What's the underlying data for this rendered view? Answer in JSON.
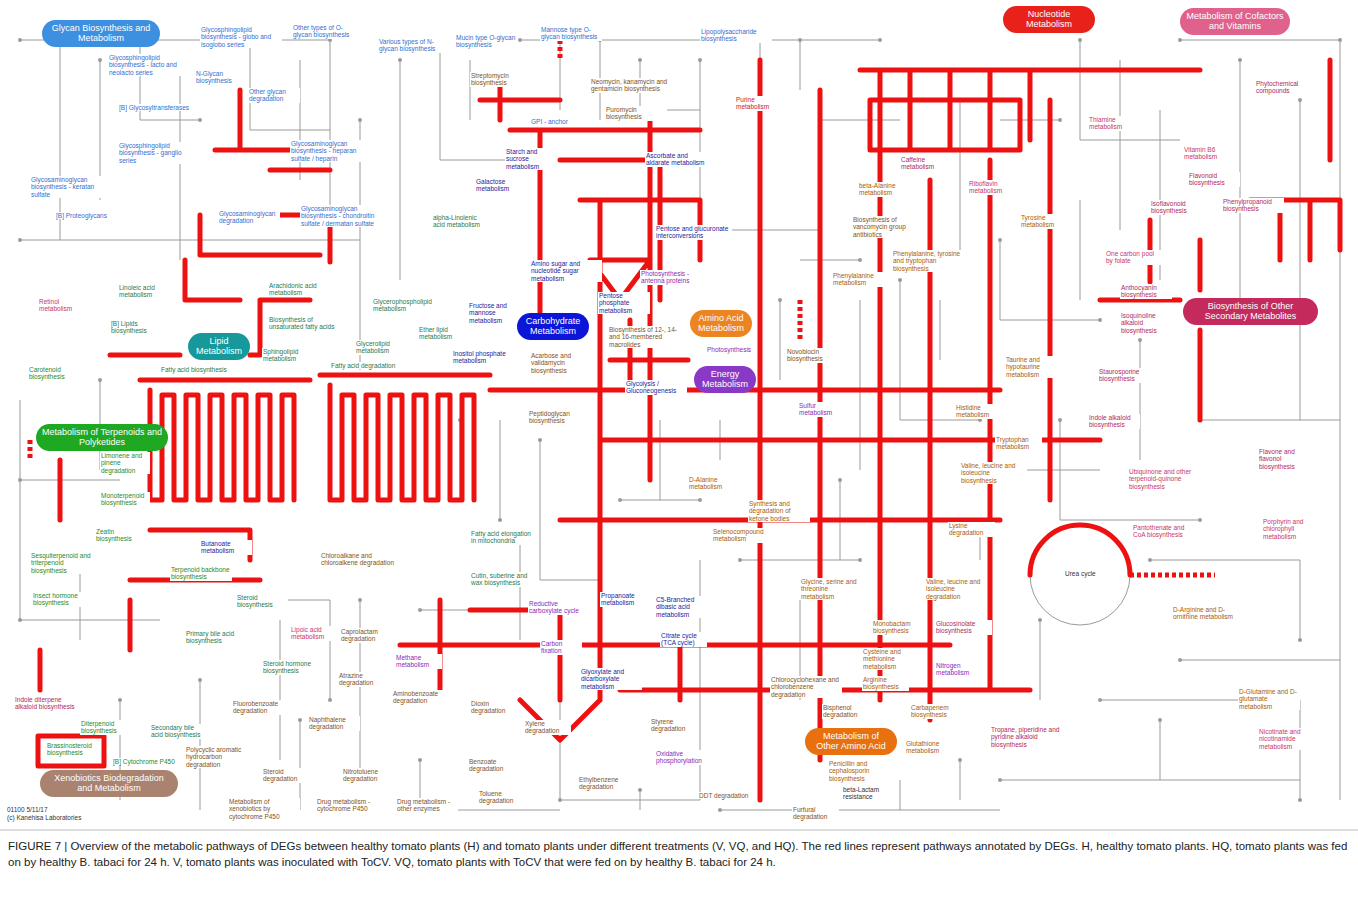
{
  "diagram": {
    "caption": "FIGURE 7 | Overview of the metabolic pathways of DEGs between healthy tomato plants (H) and tomato plants under different treatments (V, VQ, and HQ). The red lines represent pathways annotated by DEGs. H, healthy tomato plants. HQ, tomato plants was fed on by healthy B. tabaci for 24 h. V, tomato plants was inoculated with ToCV. VQ, tomato plants with ToCV that were fed on by healthy B. tabaci for 24 h.",
    "nodes": [
      {
        "text": [
          "Glycan Biosynthesis and Metabolism"
        ]
      },
      {
        "text": [
          "Nucleotide Metabolism"
        ]
      },
      {
        "text": [
          "Metabolism of Cofactors and Vitamins"
        ]
      },
      {
        "text": [
          "Carbohydrate Metabolism"
        ]
      },
      {
        "text": [
          "Lipid Metabolism"
        ]
      },
      {
        "text": [
          "Amino Acid Metabolism"
        ]
      },
      {
        "text": [
          "Energy Metabolism"
        ]
      },
      {
        "text": [
          "Biosynthesis of Other Secondary Metabolites"
        ]
      },
      {
        "text": [
          "Metabolism of Terpenoids and Polyketides"
        ]
      },
      {
        "text": [
          "Xenobiotics Biodegradation and Metabolism"
        ]
      },
      {
        "text": [
          "Metabolism of Other Amino Acid"
        ]
      }
    ],
    "labels": [
      "Glycosphingolipid biosynthesis - globo and isoglobo series",
      "Other types of O-glycan biosynthesis",
      "Various types of N-glycan biosynthesis",
      "Mucin type O-glycan biosynthesis",
      "Mannose type O-glycan biosynthesis",
      "Lipopolysaccharide biosynthesis",
      "Glycosphingolipid biosynthesis - lacto and neolacto series",
      "N-Glycan biosynthesis",
      "Other glycan degradation",
      "[B] Glycosyltransferases",
      "Glycosphingolipid biosynthesis - ganglio series",
      "Glycosaminoglycan biosynthesis - heparan sulfate / heparin",
      "GPI - anchor",
      "Glycosaminoglycan biosynthesis - keratan sulfate",
      "Glycosaminoglycan degradation",
      "Glycosaminoglycan biosynthesis - chondroitin sulfate / dermatan sulfate",
      "[B] Proteoglycans",
      "Streptomycin biosynthesis",
      "Neomycin, kanamycin and gentamicin biosynthesis",
      "Puromycin biosynthesis",
      "Purine metabolism",
      "Starch and sucrose metabolism",
      "Galactose metabolism",
      "Ascorbate and aldarate metabolism",
      "Pentose and glucuronate interconversions",
      "Amino sugar and nucleotide sugar metabolism",
      "Fructose and mannose metabolism",
      "Pentose phosphate metabolism",
      "Biosynthesis of 12-, 14- and 16-membered macrolides",
      "Acarbose and validamycin biosynthesis",
      "Inositol phosphate metabolism",
      "Glycolysis / Gluconeogenesis",
      "Photosynthesis - antenna proteins",
      "Photosynthesis",
      "Peptidoglycan biosynthesis",
      "alpha-Linolenic acid metabolism",
      "Retinol metabolism",
      "Linoleic acid metabolism",
      "Arachidonic acid metabolism",
      "Glycerophospholipid metabolism",
      "Biosynthesis of unsaturated fatty acids",
      "[B] Lipids biosynthesis",
      "Glycerolipid metabolism",
      "Ether lipid metabolism",
      "Sphingolipid metabolism",
      "Carotenoid biosynthesis",
      "Fatty acid biosynthesis",
      "Fatty acid degradation",
      "Limonene and pinene degradation",
      "Monoterpenoid biosynthesis",
      "Zeatin biosynthesis",
      "Butanoate metabolism",
      "Fatty acid elongation in mitochondria",
      "Chloroalkane and chloroalkene degradation",
      "Cutin, suberine and wax biosynthesis",
      "Sesquiterpenoid and triterpenoid biosynthesis",
      "Terpenoid backbone biosynthesis",
      "Insect hormone biosynthesis",
      "Steroid biosynthesis",
      "Reductive carboxylate cycle",
      "Propanoate metabolism",
      "C5-Branched dibasic acid metabolism",
      "Lipoic acid metabolism",
      "Caprolactam degradation",
      "Primary bile acid biosynthesis",
      "Citrate cycle (TCA cycle)",
      "Carbon fixation",
      "Methane metabolism",
      "Steroid hormone biosynthesis",
      "Glyoxylate and dicarboxylate metabolism",
      "Atrazine degradation",
      "Aminobenzoate degradation",
      "Dioxin degradation",
      "Indole diterpene alkaloid biosynthesis",
      "Fluorobenzoate degradation",
      "Naphthalene degradation",
      "Xylene degradation",
      "Styrene degradation",
      "Diterpenoid biosynthesis",
      "Secondary bile acid biosynthesis",
      "Oxidative phosphorylation",
      "Polycyclic aromatic hydrocarbon degradation",
      "Brassinosteroid biosynthesis",
      "Benzoate degradation",
      "Steroid degradation",
      "Nitrotoluene degradation",
      "Ethylbenzene degradation",
      "[B] Cytochrome P450",
      "Toluene degradation",
      "DDT degradation",
      "Metabolism of xenobiotics by cytochrome P450",
      "Drug metabolism - cytochrome P450",
      "Drug metabolism - other enzymes",
      "Furfural degradation",
      "beta-Lactam resistance",
      "Penicillin and cephalosporin biosynthesis",
      "Bisphenol degradation",
      "Chlorocyclohexane and chlorobenzene degradation",
      "Carbapenem biosynthesis",
      "Glutathione metabolism",
      "Tropane, piperidine and pyridine alkaloid biosynthesis",
      "Cysteine and methionine metabolism",
      "Arginine biosynthesis",
      "Monobactam biosynthesis",
      "Glucosinolate biosynthesis",
      "Nitrogen metabolism",
      "Glycine, serine and threonine metabolism",
      "Valine, leucine and isoleucine degradation",
      "Selenocompound metabolism",
      "Synthesis and degradation of ketone bodies",
      "D-Alanine metabolism",
      "Lysine degradation",
      "Valine, leucine and isoleucine biosynthesis",
      "Tryptophan metabolism",
      "Histidine metabolism",
      "Sulfur metabolism",
      "Novobiocin biosynthesis",
      "Taurine and hypotaurine metabolism",
      "Phenylalanine metabolism",
      "Phenylalanine, tyrosine and tryptophan biosynthesis",
      "Biosynthesis of vancomycin group antibiotics",
      "beta-Alanine metabolism",
      "Caffeine metabolism",
      "Riboflavin metabolism",
      "Tyrosine metabolism",
      "Thiamine metabolism",
      "Vitamin B6 metabolism",
      "Flavonoid biosynthesis",
      "Isoflavonoid biosynthesis",
      "Phenylpropanoid biosynthesis",
      "Phytochemical compounds",
      "One carbon pool by folate",
      "Anthocyanin biosynthesis",
      "Isoquinoline alkaloid biosynthesis",
      "Staurosporine biosynthesis",
      "Indole alkaloid biosynthesis",
      "Flavone and flavonol biosynthesis",
      "Ubiquinone and other terpenoid-quinone biosynthesis",
      "Pantothenate and CoA biosynthesis",
      "Porphyrin and chlorophyll metabolism",
      "Urea cycle",
      "D-Arginine and D-ornithine metabolism",
      "D-Glutamine and D-glutamate metabolism",
      "Nicotinate and nicotinamide metabolism",
      "01100 5/11/17",
      "(c) Kanehisa Laboratories"
    ]
  }
}
